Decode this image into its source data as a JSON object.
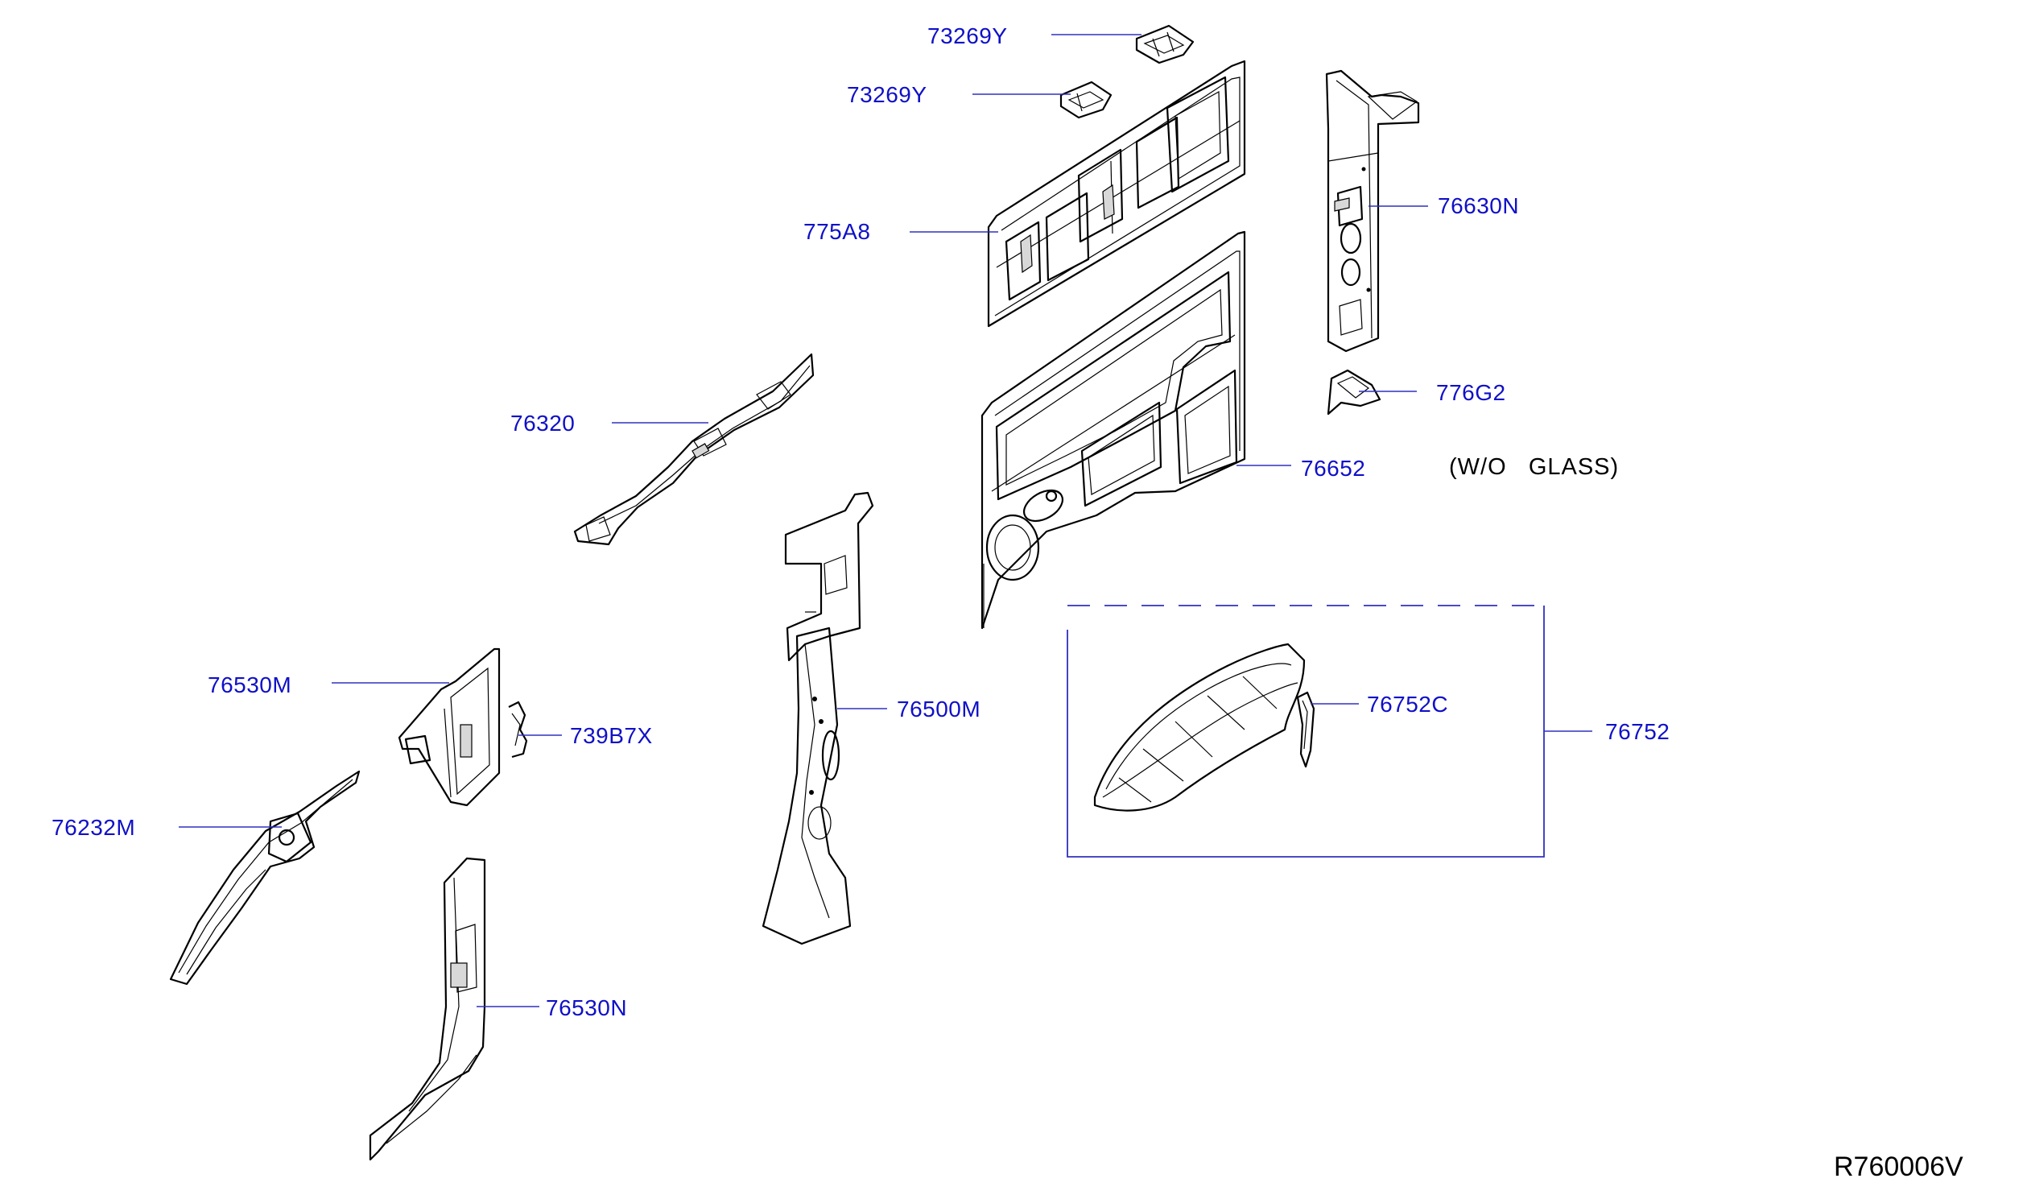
{
  "diagram": {
    "callouts": [
      {
        "id": "c1",
        "text": "73269Y"
      },
      {
        "id": "c2",
        "text": "73269Y"
      },
      {
        "id": "c3",
        "text": "775A8"
      },
      {
        "id": "c4",
        "text": "76630N"
      },
      {
        "id": "c5",
        "text": "776G2"
      },
      {
        "id": "c6",
        "text": "76320"
      },
      {
        "id": "c7",
        "text": "76652"
      },
      {
        "id": "c8",
        "text": "76530M"
      },
      {
        "id": "c9",
        "text": "739B7X"
      },
      {
        "id": "c10",
        "text": "76500M"
      },
      {
        "id": "c11",
        "text": "76752C"
      },
      {
        "id": "c12",
        "text": "76752"
      },
      {
        "id": "c13",
        "text": "76232M"
      },
      {
        "id": "c14",
        "text": "76530N"
      }
    ],
    "note": "(W/O   GLASS)",
    "reference_code": "R760006V"
  },
  "colors": {
    "label": "#1010c8",
    "leader": "#3030c0",
    "outline": "#000000"
  }
}
